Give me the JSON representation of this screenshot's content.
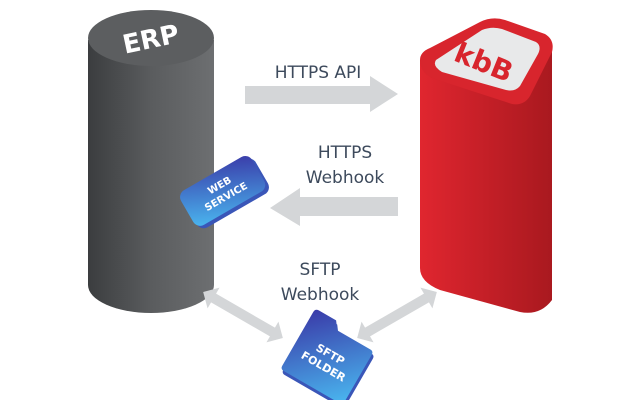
{
  "erp": {
    "label": "ERP"
  },
  "kbb": {
    "label": "kbB"
  },
  "connections": {
    "https_api": {
      "line1": "HTTPS API"
    },
    "https_webhook": {
      "line1": "HTTPS",
      "line2": "Webhook"
    },
    "sftp_webhook": {
      "line1": "SFTP",
      "line2": "Webhook"
    }
  },
  "web_service": {
    "line1": "WEB",
    "line2": "SERVICE"
  },
  "sftp_folder": {
    "line1": "SFTP",
    "line2": "FOLDER"
  },
  "colors": {
    "erp": "#4a4c4e",
    "kbb": "#d8252d",
    "arrow": "#d4d6d8",
    "blue": "#3a6fd8",
    "text": "#3d4a5c"
  }
}
